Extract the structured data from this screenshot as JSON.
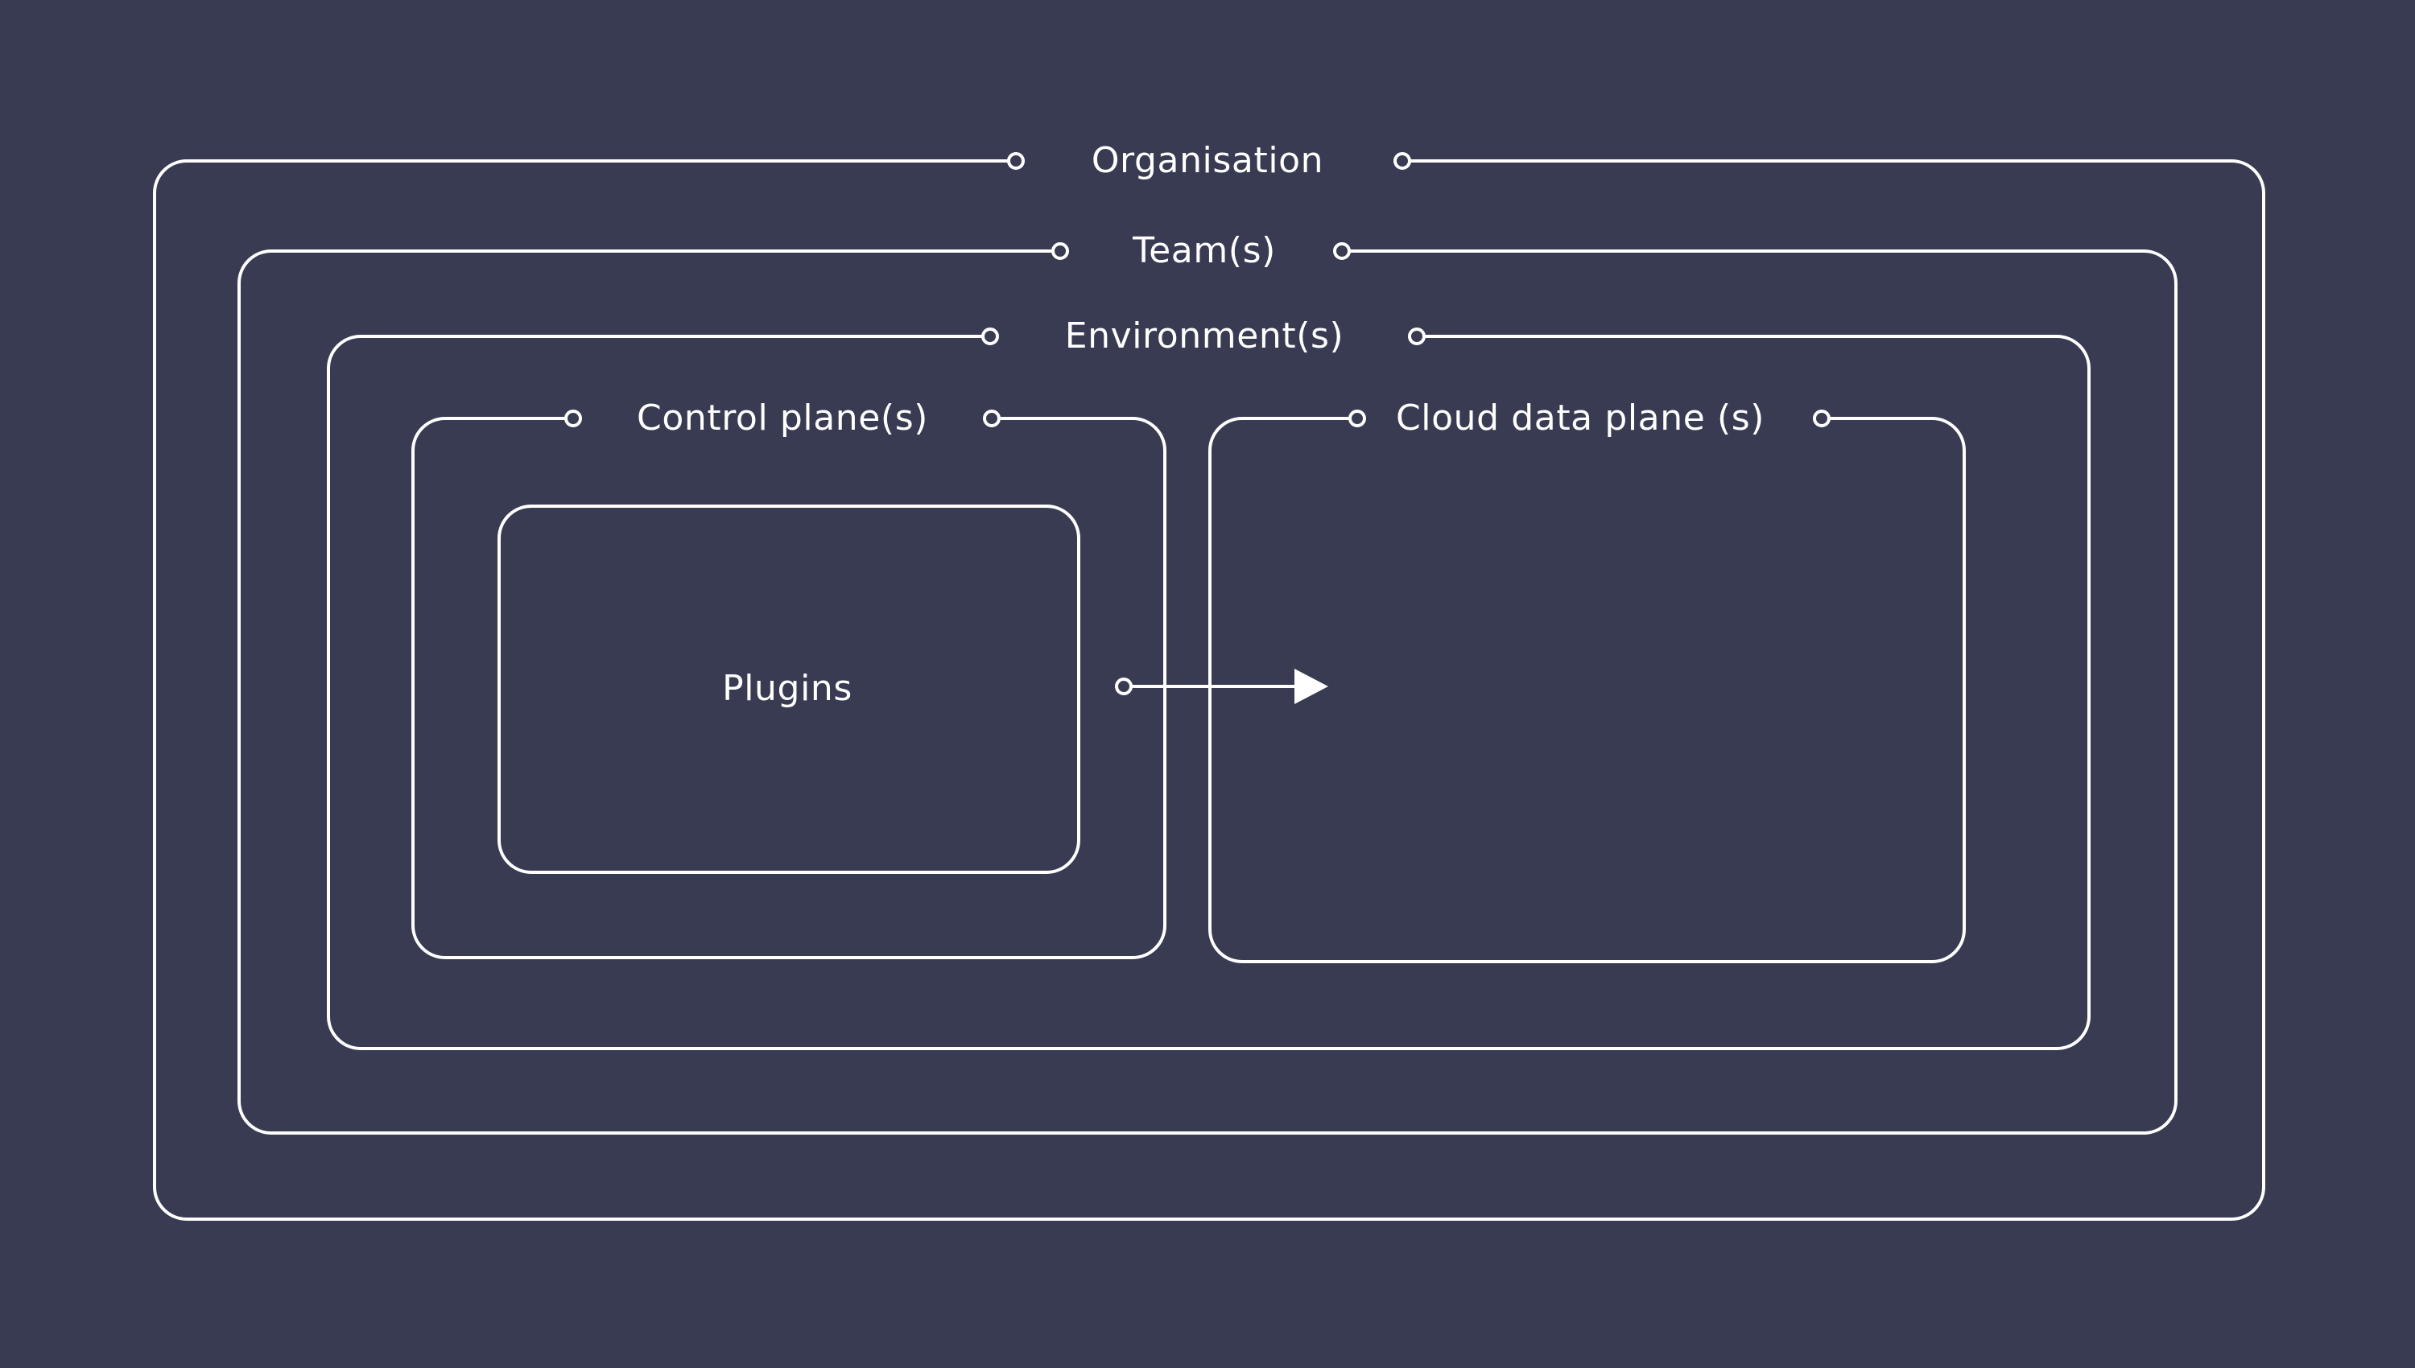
{
  "diagram": {
    "type": "nested-boundary-architecture-diagram",
    "background_color": "#383b52",
    "stroke_color": "#ffffff",
    "layers": [
      {
        "id": "organisation",
        "label": "Organisation",
        "level": 1
      },
      {
        "id": "team",
        "label": "Team(s)",
        "level": 2
      },
      {
        "id": "environment",
        "label": "Environment(s)",
        "level": 3
      },
      {
        "id": "control-plane",
        "label": "Control plane(s)",
        "level": 4
      },
      {
        "id": "cloud-data-plane",
        "label": "Cloud data plane (s)",
        "level": 4
      }
    ],
    "inner_nodes": [
      {
        "id": "plugins",
        "label": "Plugins"
      }
    ],
    "connections": [
      {
        "id": "plugins-to-cloud-data-plane",
        "from": "plugins",
        "to": "cloud-data-plane",
        "style": "arrow-right-with-source-dot"
      }
    ]
  }
}
